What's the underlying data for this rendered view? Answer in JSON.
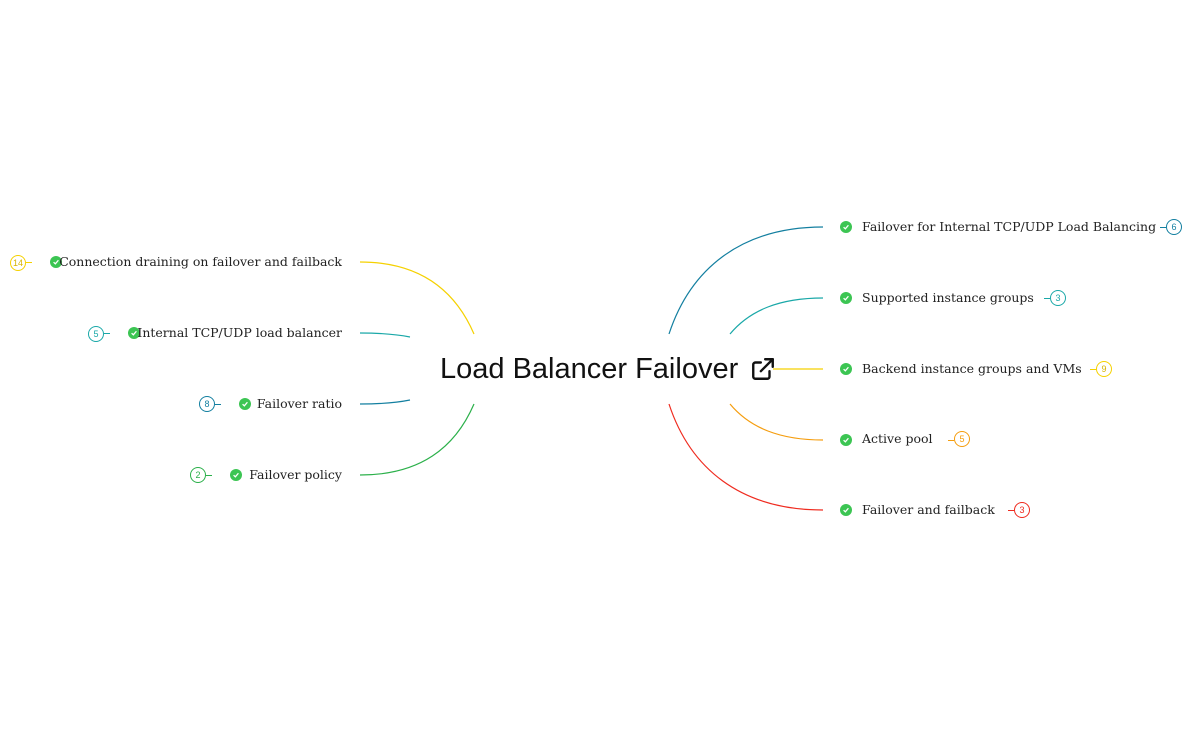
{
  "title": "Load Balancer Failover",
  "icons": {
    "title_link": "external-link-icon",
    "node_status": "check-circle-icon"
  },
  "left_nodes": [
    {
      "label": "Connection draining on failover and failback",
      "count": "14",
      "color": "#f5d100"
    },
    {
      "label": "Internal TCP/UDP load balancer",
      "count": "5",
      "color": "#1aa8a8"
    },
    {
      "label": "Failover ratio",
      "count": "8",
      "color": "#137fa0"
    },
    {
      "label": "Failover policy",
      "count": "2",
      "color": "#2bb04a"
    }
  ],
  "right_nodes": [
    {
      "label": "Failover for Internal TCP/UDP Load Balancing",
      "count": "6",
      "color": "#137fa0"
    },
    {
      "label": "Supported instance groups",
      "count": "3",
      "color": "#1aa8a8"
    },
    {
      "label": "Backend instance groups and VMs",
      "count": "9",
      "color": "#f5d100"
    },
    {
      "label": "Active pool",
      "count": "5",
      "color": "#f59d0e"
    },
    {
      "label": "Failover and failback",
      "count": "3",
      "color": "#ef2b1f"
    }
  ]
}
